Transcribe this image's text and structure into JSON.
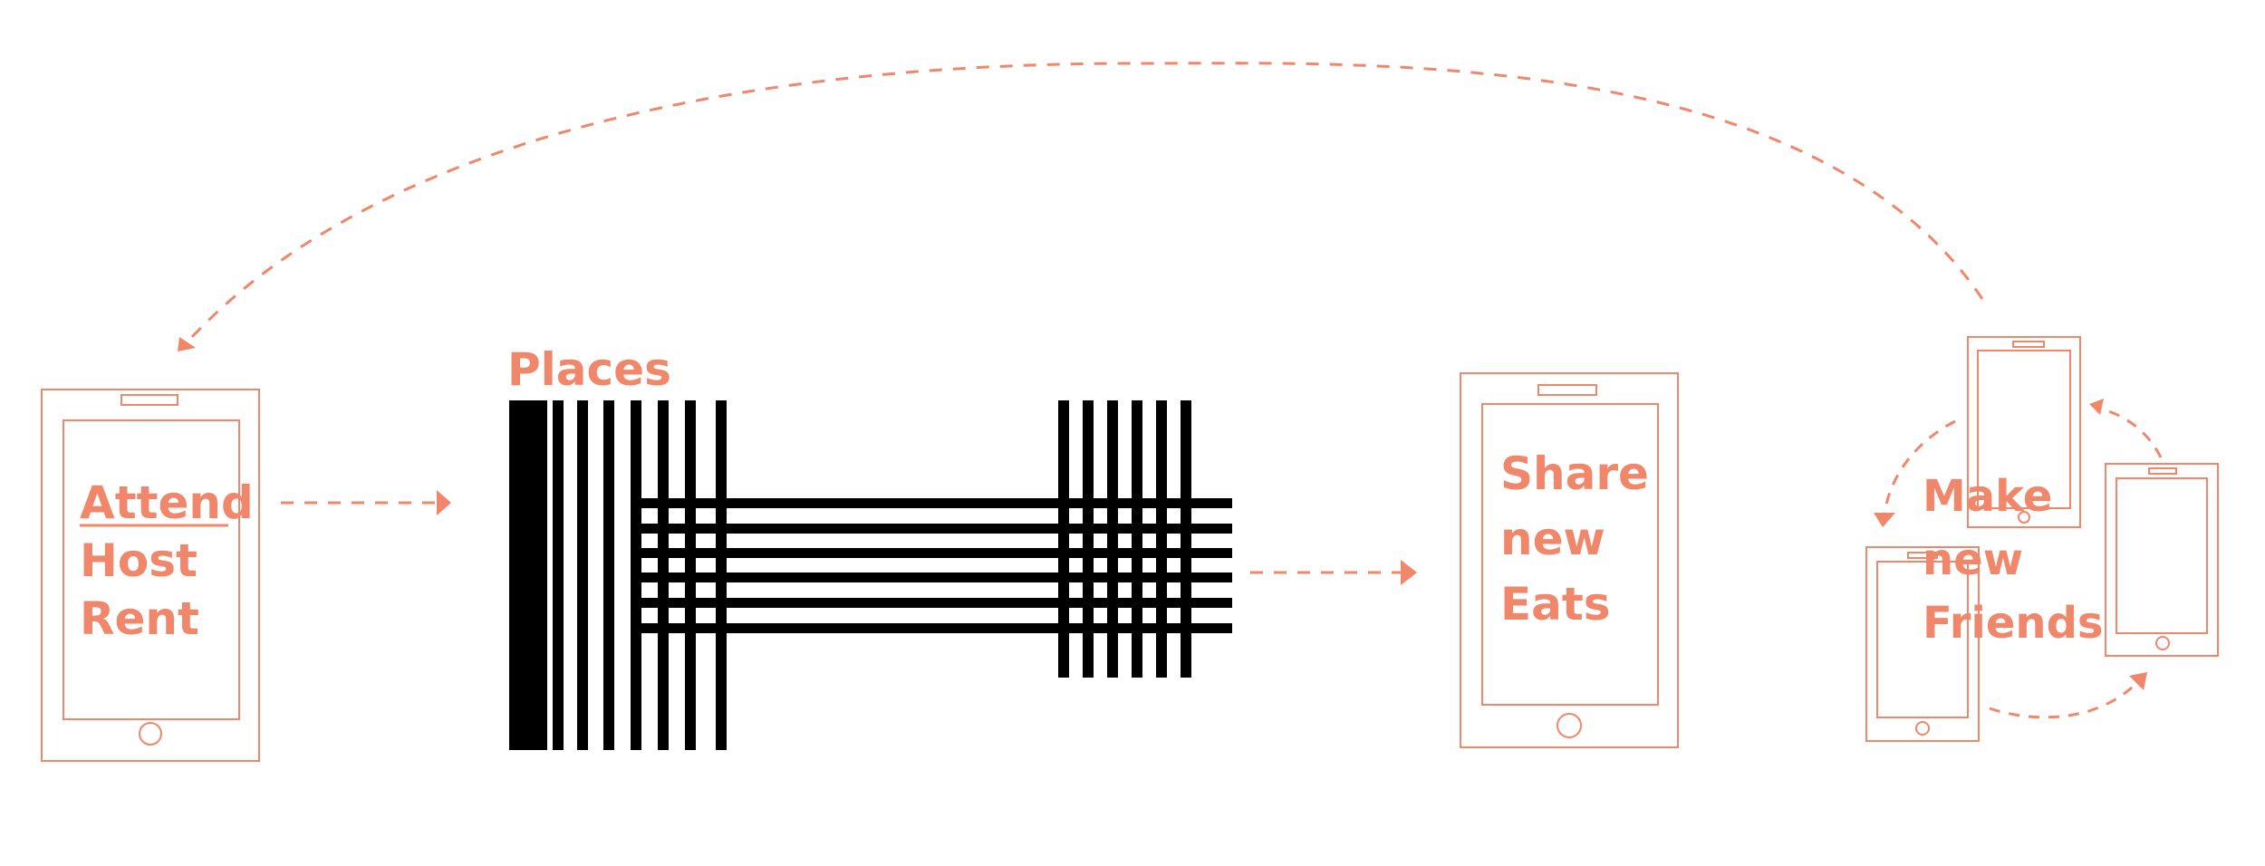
{
  "colors": {
    "accent": "#f0866a",
    "bars": "#000000",
    "background": "#ffffff"
  },
  "phone_left": {
    "lines": [
      "Attend",
      "Host",
      "Rent"
    ]
  },
  "places": {
    "title": "Places"
  },
  "phone_middle": {
    "lines": [
      "Share",
      "new",
      "Eats"
    ]
  },
  "phone_cluster": {
    "lines": [
      "Make",
      "new",
      "Friends"
    ]
  },
  "icons": [
    "phone-icon",
    "arrow-right-icon",
    "arrow-curved-icon"
  ]
}
